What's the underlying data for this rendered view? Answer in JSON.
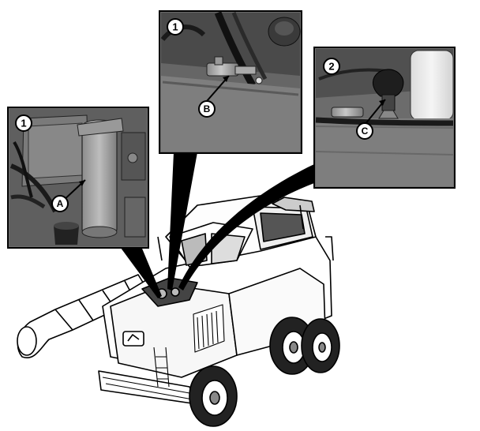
{
  "callouts": {
    "panel_left_number": "1",
    "panel_middle_number": "1",
    "panel_right_number": "2",
    "label_a": "A",
    "label_b": "B",
    "label_c": "C"
  }
}
